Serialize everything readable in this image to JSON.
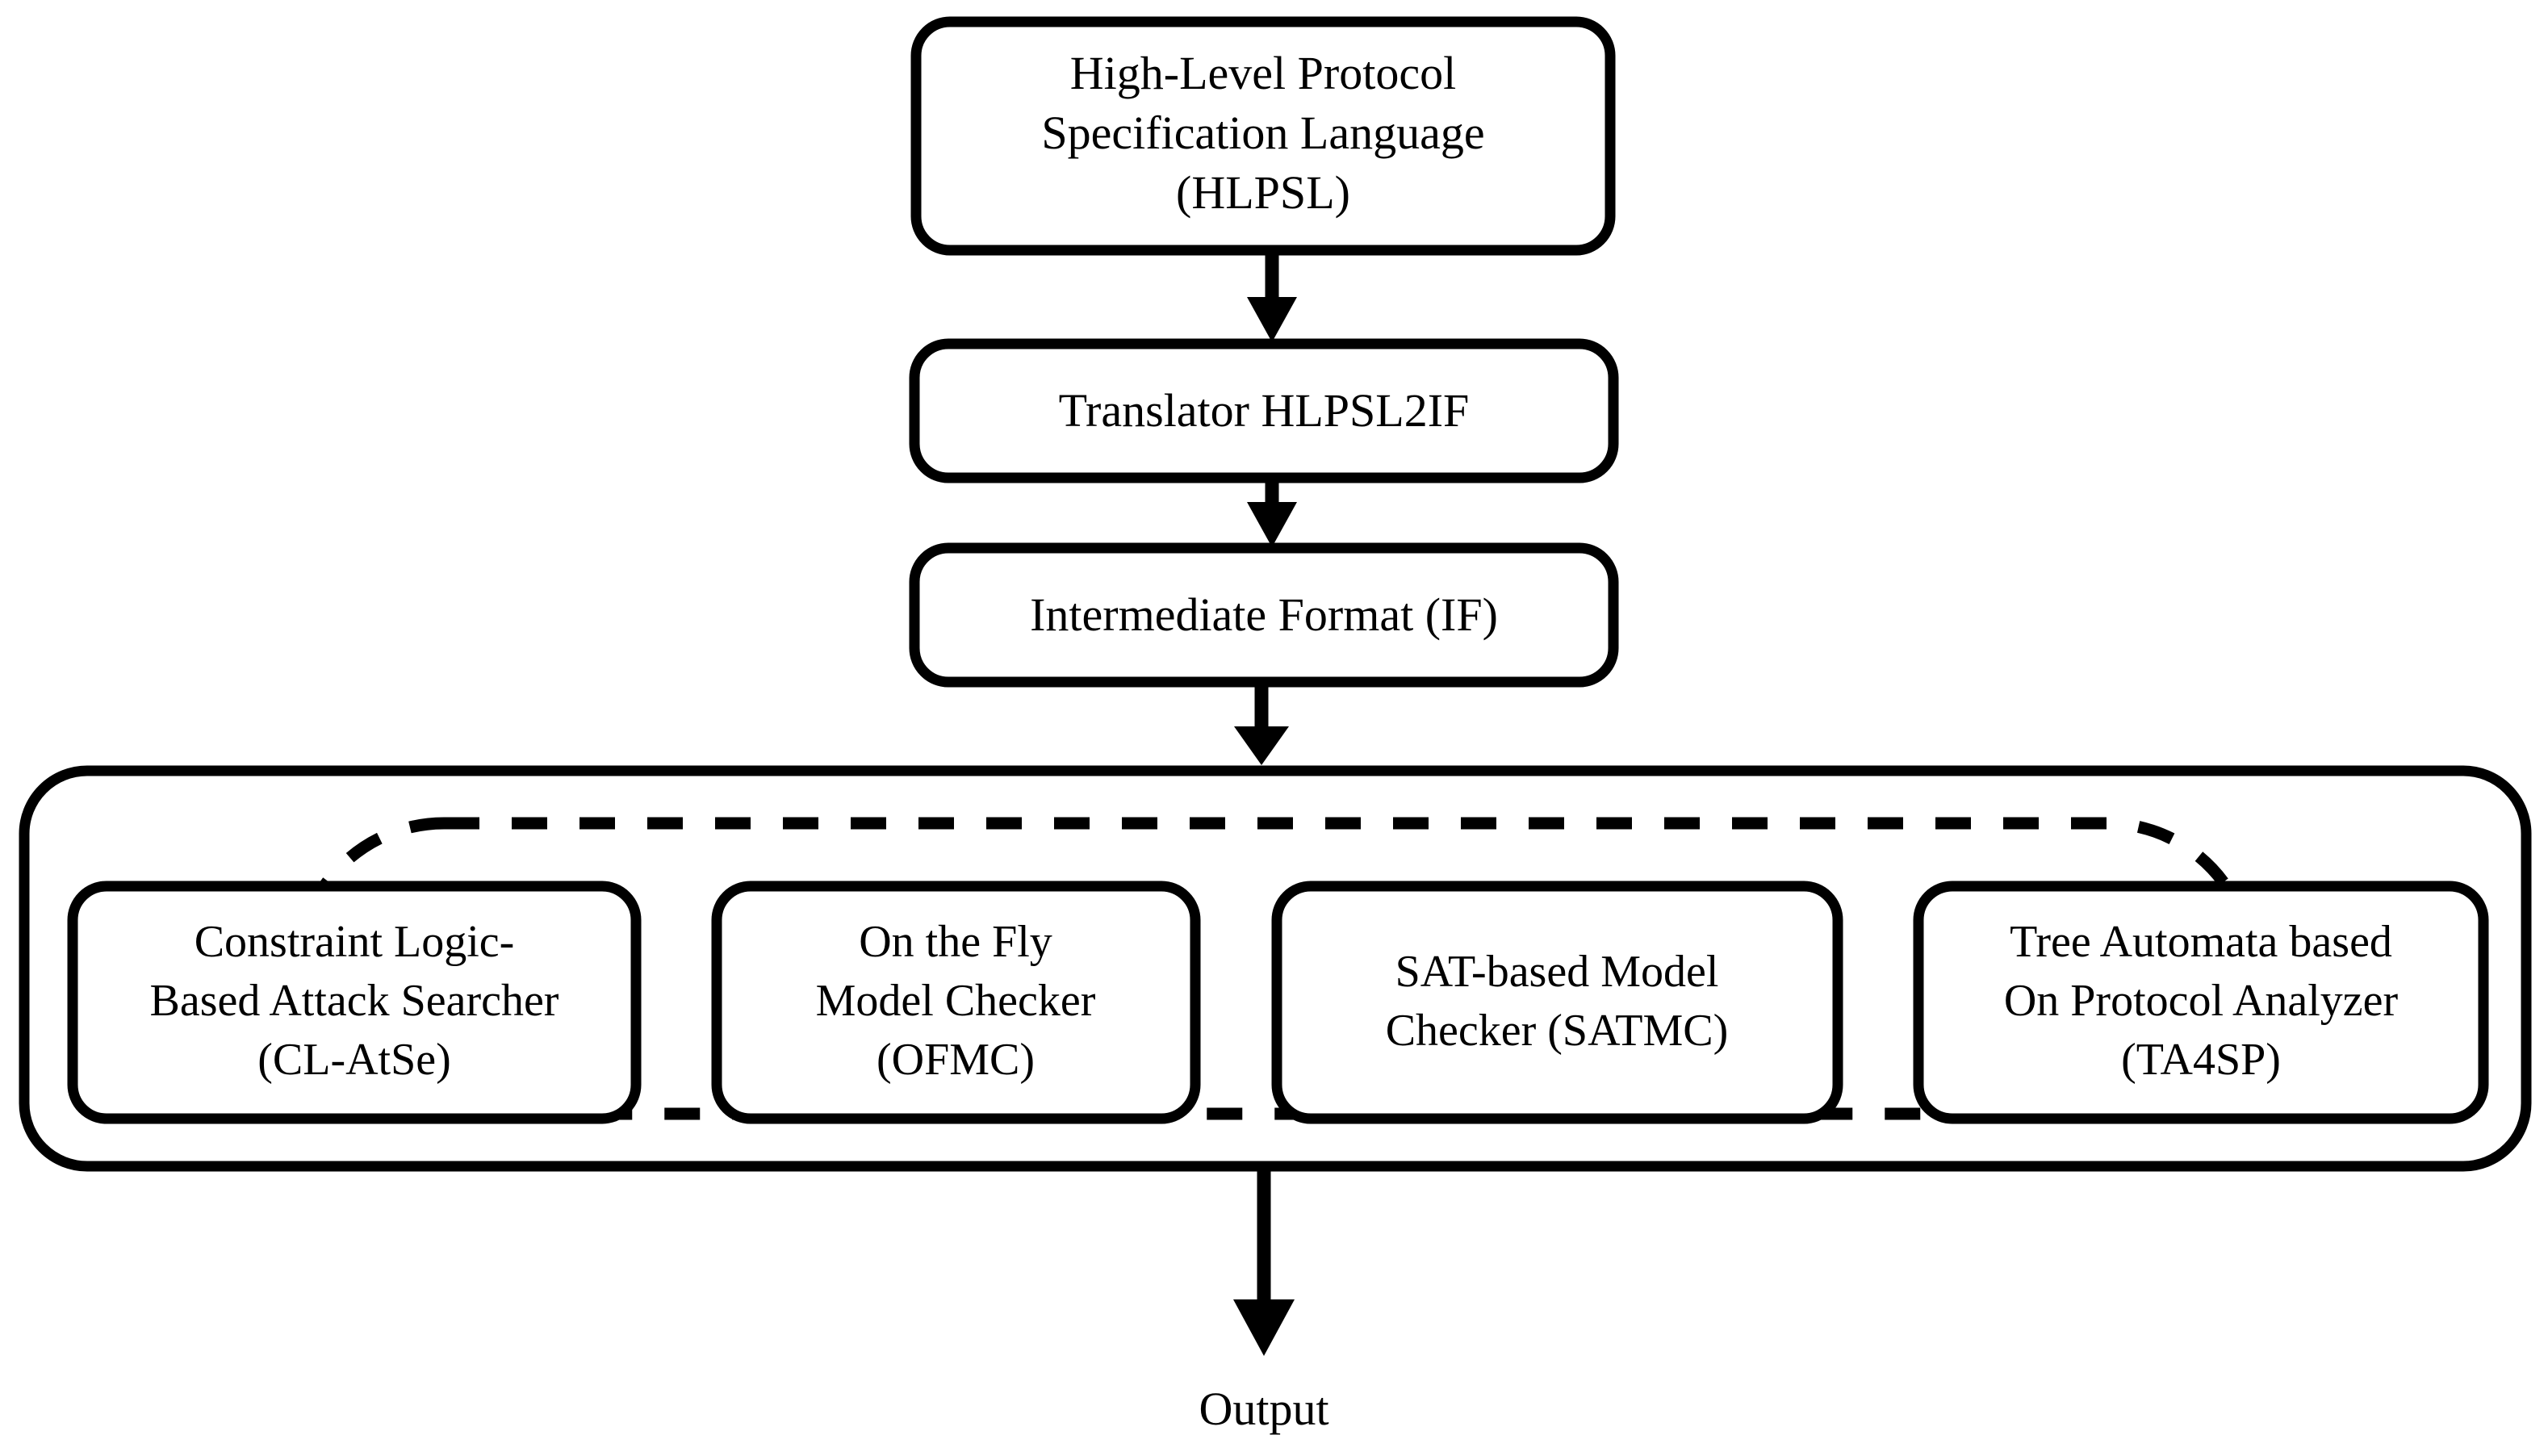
{
  "diagram": {
    "title": "AVISPA protocol verification tool architecture flow",
    "background_color": "#ffffff",
    "stroke_color": "#000000",
    "nodes": {
      "hlpsl": {
        "id": "high-level-protocol-specification-language",
        "lines": [
          "High-Level Protocol",
          "Specification Language",
          "(HLPSL)"
        ]
      },
      "translator": {
        "id": "translator-hlpsl2if",
        "lines": [
          "Translator HLPSL2IF"
        ]
      },
      "intermediate_format": {
        "id": "intermediate-format",
        "lines": [
          "Intermediate Format (IF)"
        ]
      },
      "backends": [
        {
          "id": "cl-atse",
          "lines": [
            "Constraint Logic-",
            "Based Attack Searcher",
            "(CL-AtSe)"
          ]
        },
        {
          "id": "ofmc",
          "lines": [
            "On the Fly",
            "Model Checker",
            "(OFMC)"
          ]
        },
        {
          "id": "satmc",
          "lines": [
            "SAT-based Model",
            "Checker (SATMC)"
          ]
        },
        {
          "id": "ta4sp",
          "lines": [
            "Tree Automata based",
            "On Protocol Analyzer",
            "(TA4SP)"
          ]
        }
      ],
      "output": {
        "id": "output",
        "label": "Output"
      }
    },
    "edges": [
      {
        "id": "edge-hlpsl-to-translator",
        "from": "high-level-protocol-specification-language",
        "to": "translator-hlpsl2if",
        "style": "solid-arrow"
      },
      {
        "id": "edge-translator-to-if",
        "from": "translator-hlpsl2if",
        "to": "intermediate-format",
        "style": "solid-arrow"
      },
      {
        "id": "edge-if-to-backends",
        "from": "intermediate-format",
        "to": "backend-container",
        "style": "solid-arrow"
      },
      {
        "id": "edge-backends-to-output",
        "from": "backend-container",
        "to": "output",
        "style": "solid-arrow"
      }
    ],
    "groups": {
      "backend_container": {
        "id": "backend-container",
        "border": "solid"
      },
      "backend_dashed_group": {
        "id": "backend-dashed-group",
        "border": "dashed"
      }
    }
  }
}
